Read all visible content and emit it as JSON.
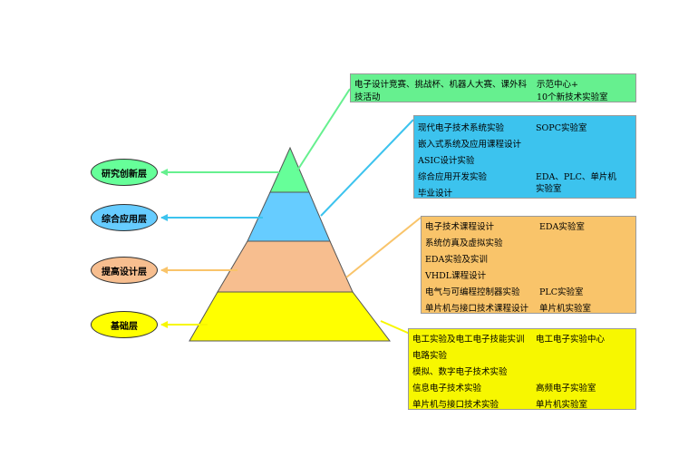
{
  "colors": {
    "research": "#66f08f",
    "integrated": "#3cc3ee",
    "design": "#f9c46a",
    "basic": "#f7f700",
    "tier1": "#66ff99",
    "tier2": "#66ccff",
    "tier3": "#f7be8f",
    "tier4": "#ffff00"
  },
  "layers": [
    {
      "label": "研究创新层"
    },
    {
      "label": "综合应用层"
    },
    {
      "label": "提高设计层"
    },
    {
      "label": "基础层"
    }
  ],
  "boxes": [
    {
      "left_col": [
        "电子设计竞赛、挑战杯、机器人大赛、课外科",
        "技活动"
      ],
      "right_col": [
        "示范中心+",
        "10个新技术实验室"
      ]
    },
    {
      "left_col": [
        "现代电子技术系统实验",
        "嵌入式系统及应用课程设计",
        "ASIC设计实验",
        "综合应用开发实验",
        "毕业设计"
      ],
      "right_col": [
        "SOPC实验室",
        "EDA、PLC、单片机",
        "实验室"
      ]
    },
    {
      "left_col": [
        "电子技术课程设计",
        "系统仿真及虚拟实验",
        "EDA实验及实训",
        "VHDL课程设计",
        "电气与可编程控制器实验",
        "单片机与接口技术课程设计"
      ],
      "right_col": [
        "EDA实验室",
        "PLC实验室",
        "单片机实验室"
      ]
    },
    {
      "left_col": [
        "电工实验及电工电子技能实训",
        "电路实验",
        "模拟、数字电子技术实验",
        "信息电子技术实验",
        "单片机与接口技术实验"
      ],
      "right_col": [
        "电工电子实验中心",
        "高频电子实验室",
        "单片机实验室"
      ]
    }
  ]
}
